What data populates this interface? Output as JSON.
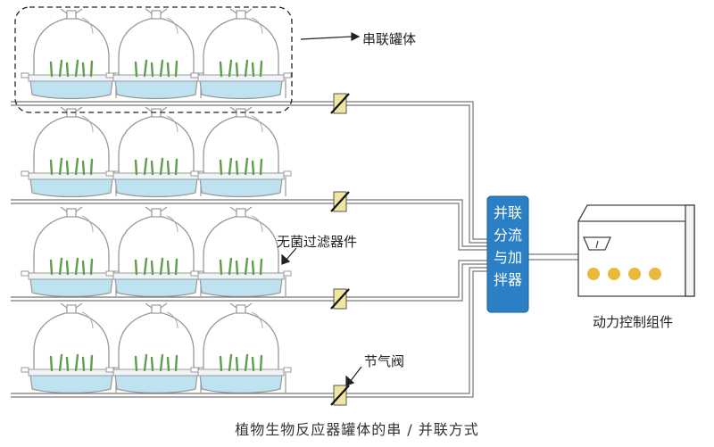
{
  "labels": {
    "series_tanks": "串联罐体",
    "sterile_filter": "无菌过滤器件",
    "throttle_valve": "节气阀",
    "power_control": "动力控制组件",
    "splitter_lines": [
      "并联",
      "分流",
      "与加",
      "拌器"
    ]
  },
  "caption": "植物生物反应器罐体的串 / 并联方式",
  "colors": {
    "splitter": "#2b7fc4",
    "valve": "#f0e6a0",
    "media": "#bfe2f0",
    "lights": "#e8b93a",
    "plant": "#5e9e4c",
    "line": "#777777"
  }
}
